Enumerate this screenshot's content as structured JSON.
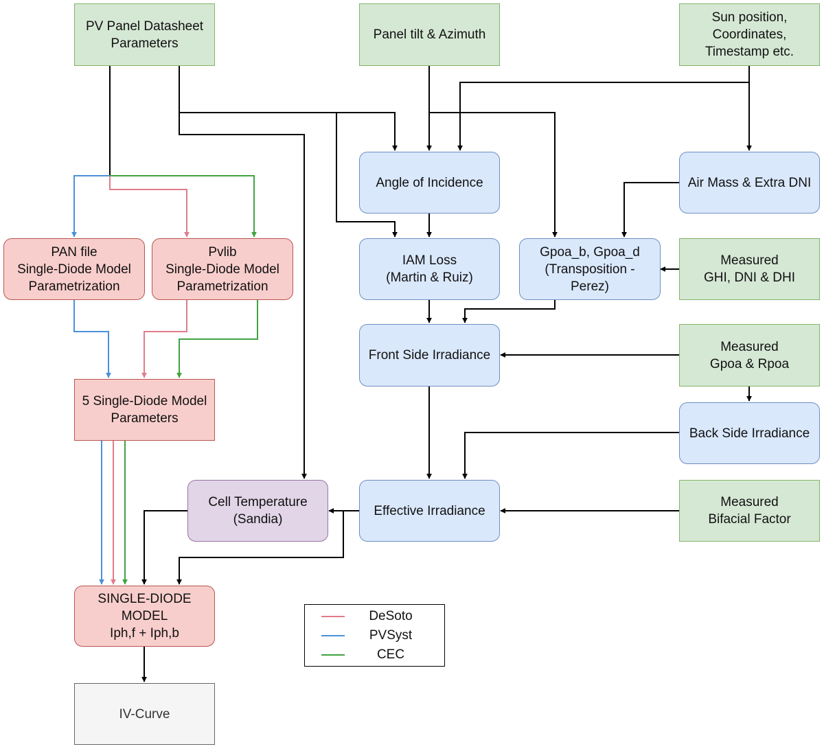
{
  "nodes": {
    "pv_datasheet": "PV Panel Datasheet\nParameters",
    "tilt_azimuth": "Panel tilt & Azimuth",
    "sun_position": "Sun position,\nCoordinates,\nTimestamp etc.",
    "angle_incidence": "Angle of Incidence",
    "air_mass": "Air Mass & Extra DNI",
    "pan_file": "PAN file\nSingle-Diode Model\nParametrization",
    "pvlib": "Pvlib\nSingle-Diode Model\nParametrization",
    "iam_loss": "IAM Loss\n(Martin & Ruiz)",
    "gpoa": "Gpoa_b, Gpoa_d\n(Transposition -\nPerez)",
    "measured_ghi": "Measured\nGHI, DNI & DHI",
    "front_irradiance": "Front Side Irradiance",
    "measured_gpoa": "Measured\nGpoa & Rpoa",
    "five_params": "5 Single-Diode Model\nParameters",
    "back_irradiance": "Back Side Irradiance",
    "cell_temp": "Cell Temperature\n(Sandia)",
    "effective_irradiance": "Effective Irradiance",
    "measured_bifacial": "Measured\nBifacial Factor",
    "single_diode": "SINGLE-DIODE\nMODEL\nIph,f + Iph,b",
    "iv_curve": "IV-Curve"
  },
  "legend": [
    {
      "label": "DeSoto",
      "color": "#e07b8b"
    },
    {
      "label": "PVSyst",
      "color": "#4a90d9"
    },
    {
      "label": "CEC",
      "color": "#3fa33f"
    }
  ],
  "colors": {
    "edge": "#000000",
    "desoto": "#e07b8b",
    "pvsyst": "#4a90d9",
    "cec": "#3fa33f"
  }
}
